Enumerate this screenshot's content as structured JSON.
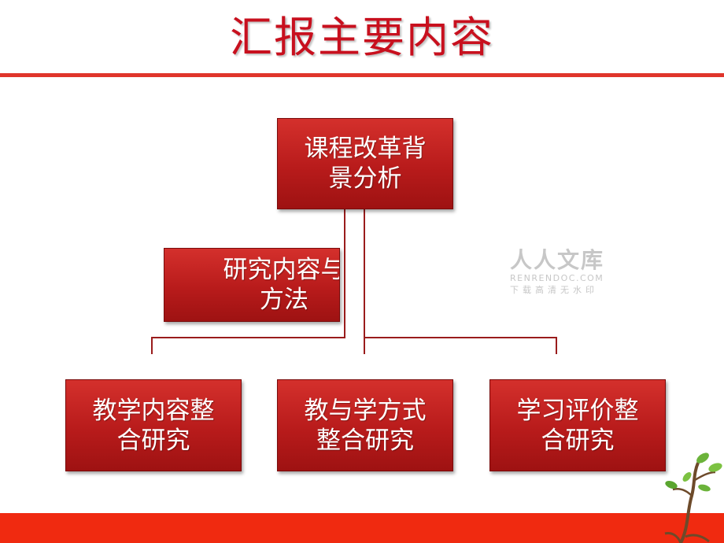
{
  "slide": {
    "title": "汇报主要内容"
  },
  "diagram": {
    "top": {
      "lines": [
        "课程改革背",
        "景分析"
      ]
    },
    "middle": {
      "lines": [
        "研究内容与",
        "方法"
      ]
    },
    "children": [
      {
        "lines": [
          "教学内容整",
          "合研究"
        ]
      },
      {
        "lines": [
          "教与学方式",
          "整合研究"
        ]
      },
      {
        "lines": [
          "学习评价整",
          "合研究"
        ]
      }
    ]
  },
  "watermark": {
    "brand": "人人文库",
    "domain": "RENRENDOC.COM",
    "tagline": "下载高清无水印"
  },
  "colors": {
    "title": "#c8101e",
    "box": "#b81b1b",
    "connector": "#9a1c1c",
    "footer": "#f02a10"
  }
}
